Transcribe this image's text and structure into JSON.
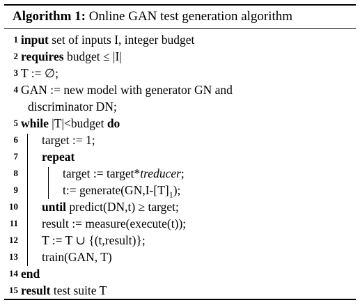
{
  "algorithm": {
    "label": "Algorithm 1:",
    "title": "Online GAN test generation algorithm",
    "lines": [
      {
        "num": "1",
        "kw": "input",
        "text": " set of inputs I, integer budget"
      },
      {
        "num": "2",
        "kw": "requires",
        "text": " budget ≤ |I|"
      },
      {
        "num": "3",
        "text": "T := ∅;"
      },
      {
        "num": "4",
        "text": "GAN := new model with generator GN and"
      },
      {
        "cont": "discriminator DN;"
      },
      {
        "num": "5",
        "kw": "while",
        "text": " |T|<budget ",
        "kw2": "do"
      },
      {
        "num": "6",
        "text": "target := 1;"
      },
      {
        "num": "7",
        "kw": "repeat"
      },
      {
        "num": "8",
        "text": "target := target*",
        "italic": "treducer",
        "text2": ";"
      },
      {
        "num": "9",
        "text": "t:= generate(GN,I-[T]",
        "sub": "1",
        "text2": ");"
      },
      {
        "num": "10",
        "kw": "until",
        "text": " predict(DN,t) ≥ target;"
      },
      {
        "num": "11",
        "text": "result := measure(execute(t));"
      },
      {
        "num": "12",
        "text": "T := T ∪ {(t,result)};"
      },
      {
        "num": "13",
        "text": "train(GAN, T)"
      },
      {
        "num": "14",
        "kw": "end"
      },
      {
        "num": "15",
        "kw": "result",
        "text": " test suite T"
      }
    ]
  }
}
